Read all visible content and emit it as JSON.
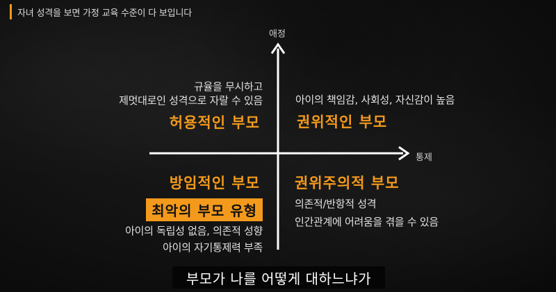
{
  "topic": {
    "text": "자녀 성격을 보면 가정 교육 수준이 다 보입니다",
    "accent": "#f39a1c"
  },
  "axes": {
    "vertical_label": "애정",
    "horizontal_label": "통제"
  },
  "quadrants": {
    "top_left": {
      "desc_lines": [
        "규율을 무시하고",
        "제멋대로인 성격으로 자랄 수 있음"
      ],
      "title": "허용적인 부모"
    },
    "top_right": {
      "desc_lines": [
        "아이의 책임감, 사회성, 자신감이 높음"
      ],
      "title": "권위적인 부모"
    },
    "bottom_left": {
      "title": "방임적인 부모",
      "badge": "최악의 부모 유형",
      "desc_lines": [
        "아이의 독립성 없음, 의존적 성향",
        "아이의 자기통제력 부족"
      ]
    },
    "bottom_right": {
      "title": "권위주의적 부모",
      "desc_lines": [
        "의존적/반항적 성격",
        "인간관계에 어려움을 겪을 수 있음"
      ]
    }
  },
  "subtitle": {
    "text": "부모가 나를 어떻게 대하느냐가"
  },
  "colors": {
    "accent": "#f39a1c",
    "background": "#111111",
    "text": "#e2e2e2"
  }
}
